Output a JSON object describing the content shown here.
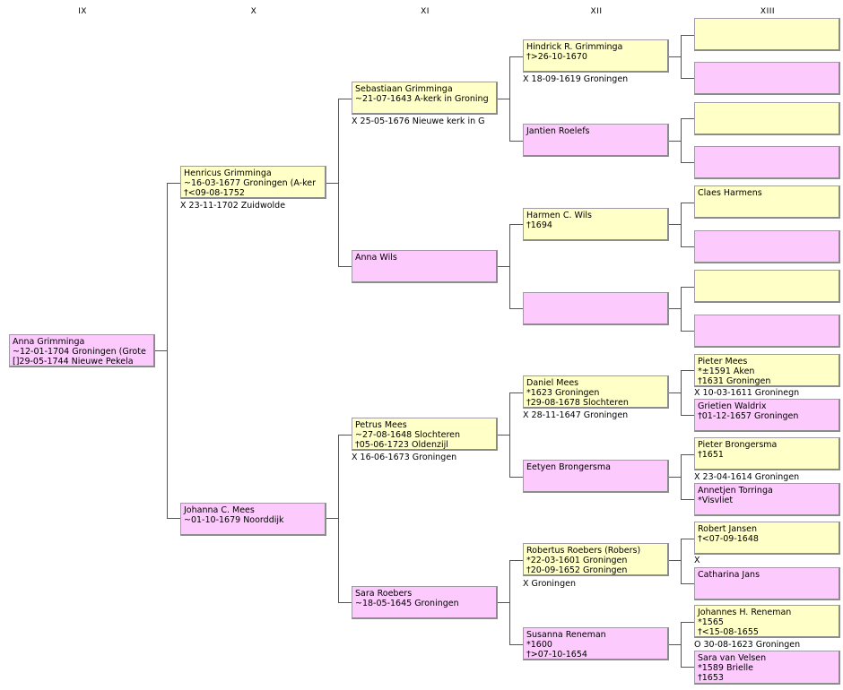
{
  "generations": [
    "IX",
    "X",
    "XI",
    "XII",
    "XIII"
  ],
  "colors": {
    "male_bg": "#ffffc8",
    "female_bg": "#fccafc",
    "line": "#555555"
  },
  "persons": {
    "p1": {
      "name": "Anna Grimminga",
      "line1": "~12-01-1704 Groningen (Grote",
      "line2": "[]29-05-1744 Nieuwe Pekela"
    },
    "p2": {
      "name": "Henricus Grimminga",
      "line1": "~16-03-1677 Groningen (A-ker",
      "line2": "†<09-08-1752",
      "marriage": "X 23-11-1702 Zuidwolde"
    },
    "p3": {
      "name": "Johanna C. Mees",
      "line1": "~01-10-1679 Noorddijk"
    },
    "p4": {
      "name": "Sebastiaan Grimminga",
      "line1": "~21-07-1643 A-kerk in Groning",
      "marriage": "X 25-05-1676 Nieuwe kerk in G"
    },
    "p5": {
      "name": "Anna Wils"
    },
    "p6": {
      "name": "Petrus Mees",
      "line1": "~27-08-1648 Slochteren",
      "line2": "†05-06-1723 Oldenzijl",
      "marriage": "X 16-06-1673 Groningen"
    },
    "p7": {
      "name": "Sara Roebers",
      "line1": "~18-05-1645 Groningen"
    },
    "p8": {
      "name": "Hindrick R. Grimminga",
      "line1": "†>26-10-1670",
      "marriage": "X 18-09-1619 Groningen"
    },
    "p9": {
      "name": "Jantien Roelefs"
    },
    "p10": {
      "name": "Harmen C. Wils",
      "line1": "†1694"
    },
    "p11": {
      "name": ""
    },
    "p12": {
      "name": "Daniel Mees",
      "line1": "*1623 Groningen",
      "line2": "†29-08-1678 Slochteren",
      "marriage": "X 28-11-1647 Groningen"
    },
    "p13": {
      "name": "Eetyen Brongersma"
    },
    "p14": {
      "name": "Robertus Roebers (Robers)",
      "line1": "*22-03-1601 Groningen",
      "line2": "†20-09-1652 Groningen",
      "marriage": "X Groningen"
    },
    "p15": {
      "name": "Susanna Reneman",
      "line1": "*1600",
      "line2": "†>07-10-1654"
    },
    "p16": {
      "name": ""
    },
    "p17": {
      "name": ""
    },
    "p18": {
      "name": ""
    },
    "p19": {
      "name": ""
    },
    "p20": {
      "name": "Claes Harmens"
    },
    "p21": {
      "name": ""
    },
    "p22": {
      "name": ""
    },
    "p23": {
      "name": ""
    },
    "p24": {
      "name": "Pieter Mees",
      "line1": "*±1591 Aken",
      "line2": "†1631 Groningen",
      "marriage": "X 10-03-1611 Groninegn"
    },
    "p25": {
      "name": "Grietien Waldrix",
      "line1": "†01-12-1657 Groningen"
    },
    "p26": {
      "name": "Pieter Brongersma",
      "line1": "†1651",
      "marriage": "X 23-04-1614 Groningen"
    },
    "p27": {
      "name": "Annetjen Torringa",
      "line1": "*Visvliet"
    },
    "p28": {
      "name": "Robert Jansen",
      "line1": "†<07-09-1648",
      "marriage": "X"
    },
    "p29": {
      "name": "Catharina Jans"
    },
    "p30": {
      "name": "Johannes H. Reneman",
      "line1": "*1565",
      "line2": "†<15-08-1655",
      "marriage": "O 30-08-1623 Groningen"
    },
    "p31": {
      "name": "Sara van Velsen",
      "line1": "*1589 Brielle",
      "line2": "†1653"
    }
  }
}
